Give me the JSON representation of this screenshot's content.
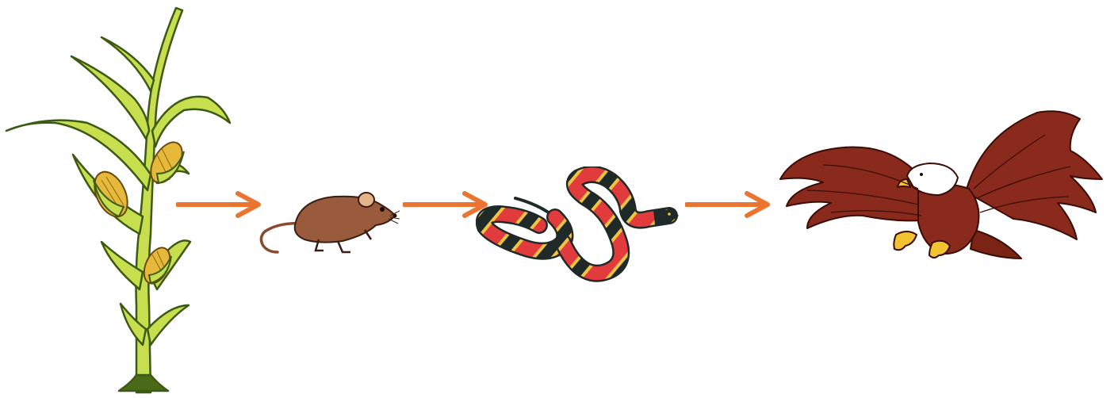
{
  "diagram": {
    "type": "food-chain",
    "nodes": [
      {
        "id": "corn",
        "icon": "corn-plant-icon"
      },
      {
        "id": "mouse",
        "icon": "mouse-icon"
      },
      {
        "id": "snake",
        "icon": "coral-snake-icon"
      },
      {
        "id": "eagle",
        "icon": "bald-eagle-icon"
      }
    ],
    "edges": [
      {
        "from": "corn",
        "to": "mouse"
      },
      {
        "from": "mouse",
        "to": "snake"
      },
      {
        "from": "snake",
        "to": "eagle"
      }
    ]
  },
  "colors": {
    "arrow": "#ea7430",
    "plant_leaf": "#c7de4e",
    "plant_outline": "#3d5a12",
    "corn_cob": "#e6b93a",
    "mouse_fur": "#9a5a3c",
    "snake_red": "#e23b3d",
    "snake_black": "#1f2a28",
    "snake_yellow": "#f0c443",
    "eagle_body": "#8a2a1c",
    "eagle_head": "#ffffff",
    "eagle_beak": "#f2c230"
  }
}
